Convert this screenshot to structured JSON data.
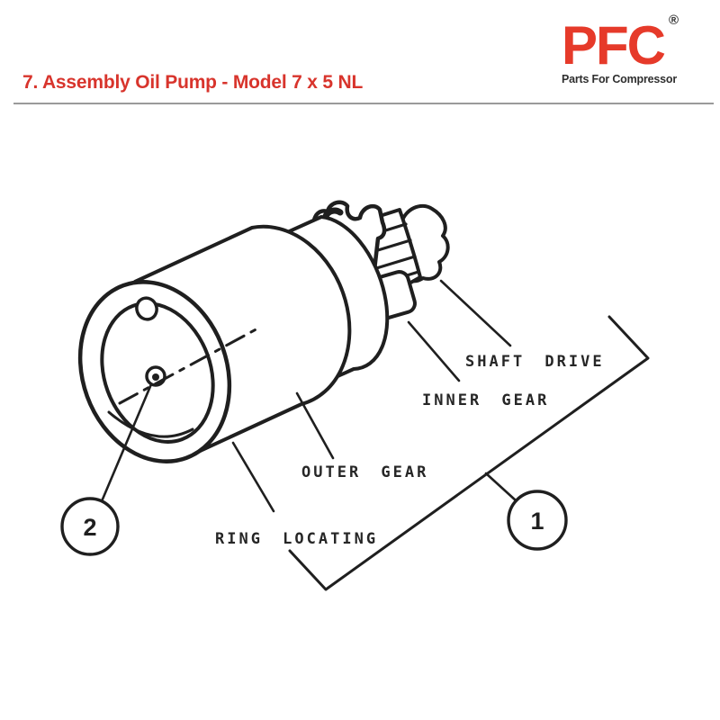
{
  "header": {
    "title": "7. Assembly Oil Pump - Model 7 x 5 NL",
    "logo": {
      "name": "PFC",
      "registered_mark": "®",
      "tagline": "Parts For Compressor"
    }
  },
  "colors": {
    "paper": "#ffffff",
    "title_red": "#d8342c",
    "logo_red": "#e63a2a",
    "tagline_gray": "#2f2f2f",
    "line_gray": "#9a9a9a",
    "ink": "#1f1f1f"
  },
  "diagram": {
    "description": "Exploded line drawing of oil pump assembly",
    "part_labels": [
      {
        "id": "shaft-drive",
        "text": "SHAFT DRIVE"
      },
      {
        "id": "inner-gear",
        "text": "INNER GEAR"
      },
      {
        "id": "outer-gear",
        "text": "OUTER GEAR"
      },
      {
        "id": "ring-locating",
        "text": "RING LOCATING"
      }
    ],
    "callouts": [
      {
        "id": "callout-1",
        "number": "1"
      },
      {
        "id": "callout-2",
        "number": "2"
      }
    ]
  }
}
